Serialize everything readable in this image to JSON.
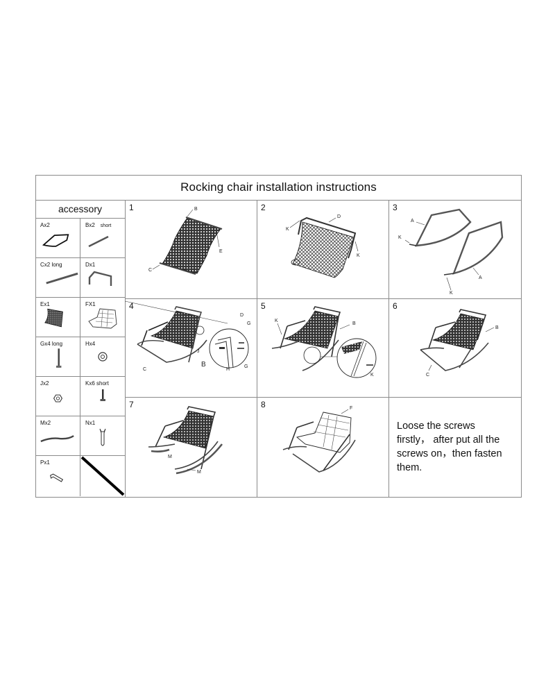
{
  "document": {
    "title": "Rocking chair installation  instructions",
    "accessory": {
      "heading": "accessory",
      "items": [
        {
          "code": "Ax2",
          "note": "",
          "icon": "side-frame-a-icon"
        },
        {
          "code": "Bx2",
          "note": "short",
          "icon": "short-bar-b-icon"
        },
        {
          "code": "Cx2 long",
          "note": "",
          "icon": "long-bar-c-icon"
        },
        {
          "code": "Dx1",
          "note": "",
          "icon": "backrest-frame-d-icon"
        },
        {
          "code": "Ex1",
          "note": "",
          "icon": "mesh-seat-e-icon"
        },
        {
          "code": "FX1",
          "note": "",
          "icon": "cushion-f-icon"
        },
        {
          "code": "Gx4 long",
          "note": "",
          "icon": "long-bolt-g-icon"
        },
        {
          "code": "Hx4",
          "note": "",
          "icon": "washer-h-icon"
        },
        {
          "code": "Jx2",
          "note": "",
          "icon": "nut-j-icon"
        },
        {
          "code": "Kx6 short",
          "note": "",
          "icon": "short-screw-k-icon"
        },
        {
          "code": "Mx2",
          "note": "",
          "icon": "rocker-strip-m-icon"
        },
        {
          "code": "Nx1",
          "note": "",
          "icon": "wrench-n-icon"
        },
        {
          "code": "Px1",
          "note": "",
          "icon": "allen-key-p-icon"
        },
        {
          "code": "",
          "note": "",
          "icon": "empty-cell-slash"
        }
      ]
    },
    "steps": [
      {
        "number": "1",
        "labels": [
          "B",
          "E",
          "C"
        ]
      },
      {
        "number": "2",
        "labels": [
          "D",
          "K",
          "K"
        ]
      },
      {
        "number": "3",
        "labels": [
          "A",
          "K",
          "A",
          "K"
        ]
      },
      {
        "number": "4",
        "labels": [
          "D",
          "G",
          "J",
          "B",
          "H",
          "G",
          "C"
        ]
      },
      {
        "number": "5",
        "labels": [
          "K",
          "B",
          "K"
        ]
      },
      {
        "number": "6",
        "labels": [
          "B",
          "C"
        ]
      },
      {
        "number": "7",
        "labels": [
          "M",
          "M"
        ]
      },
      {
        "number": "8",
        "labels": [
          "F"
        ]
      }
    ],
    "note": {
      "lines": [
        "Loose the screws",
        "firstly，  after put all the",
        "screws on，then fasten",
        "them."
      ]
    }
  }
}
